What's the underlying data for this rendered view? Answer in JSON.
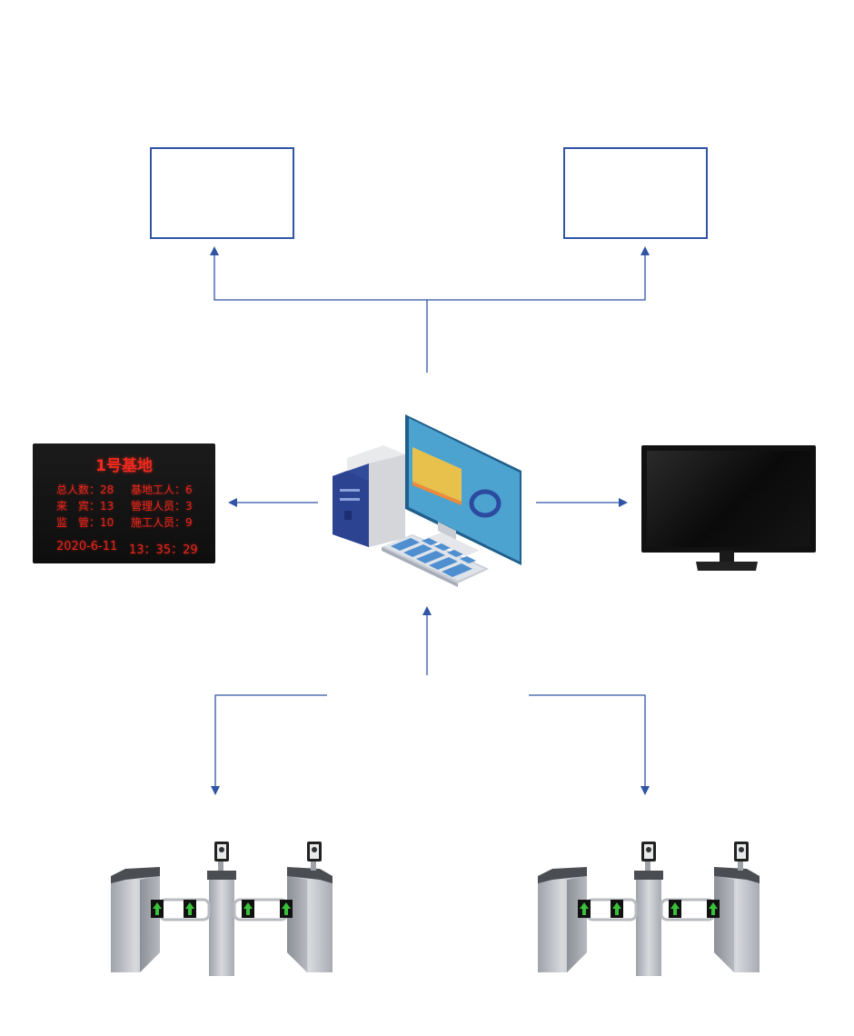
{
  "led_board": {
    "title": "1号基地",
    "total_label": "总人数：28",
    "base_workers_label": "基地工人：6",
    "guests_label": "来　宾：13",
    "managers_label": "管理人员：3",
    "supervision_label": "监　管：10",
    "construction_label": "施工人员：9",
    "date": "2020-6-11",
    "time": "13：35：29"
  },
  "colors": {
    "connector": "#2f55a4",
    "led_text": "#e3271e",
    "turnstile_metal": "#b9bcc1",
    "arrow_green": "#3ac13a"
  },
  "icons": [
    "server-box-top-left",
    "server-box-top-right",
    "computer-workstation-icon",
    "led-display-board",
    "monitor-icon",
    "turnstile-gate-left",
    "turnstile-gate-right"
  ]
}
